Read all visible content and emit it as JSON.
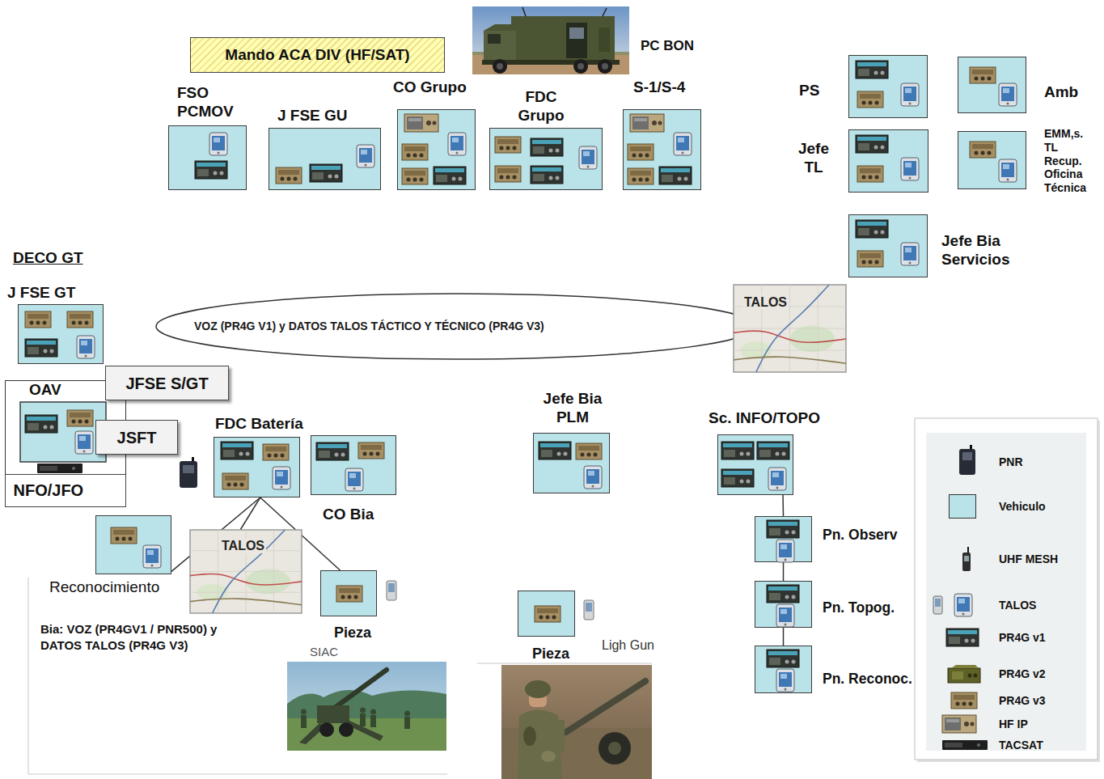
{
  "diagram": {
    "nodes": [
      {
        "text": [
          "Mando ACA DIV (HF/SAT)"
        ]
      },
      {
        "text": [
          "FSO PCMOV"
        ]
      },
      {
        "text": [
          "J FSE GU"
        ]
      },
      {
        "text": [
          "CO Grupo"
        ]
      },
      {
        "text": [
          "FDC Grupo"
        ]
      },
      {
        "text": [
          "S-1/S-4"
        ]
      },
      {
        "text": [
          "PS"
        ]
      },
      {
        "text": [
          "Amb"
        ]
      },
      {
        "text": [
          "Jefe TL"
        ]
      },
      {
        "text": [
          "EMM,s. TL Recup. Oficina Técnica"
        ]
      },
      {
        "text": [
          "Jefe Bia Servicios"
        ]
      },
      {
        "text": [
          "VOZ (PR4G V1) y DATOS TALOS TÁCTICO Y TÉCNICO (PR4G V3)"
        ]
      },
      {
        "text": [
          "TALOS"
        ]
      },
      {
        "text": [
          "J FSE GT"
        ]
      },
      {
        "text": [
          "OAV"
        ]
      },
      {
        "text": [
          "NFO/JFO"
        ],
        "in": 14
      },
      {
        "text": [
          "JFSE S/GT"
        ]
      },
      {
        "text": [
          "JSFT"
        ]
      },
      {
        "text": [
          "FDC Batería"
        ]
      },
      {
        "text": [
          "CO Bia"
        ]
      },
      {
        "text": [
          "Reconocimiento"
        ]
      },
      {
        "text": [
          "TALOS"
        ]
      },
      {
        "text": [
          "Pieza"
        ]
      },
      {
        "text": [
          "Jefe Bia PLM"
        ]
      },
      {
        "text": [
          "Pieza"
        ]
      },
      {
        "text": [
          "Sc. INFO/TOPO"
        ]
      },
      {
        "text": [
          "Pn. Observ"
        ]
      },
      {
        "text": [
          "Pn. Topog."
        ]
      },
      {
        "text": [
          "Pn. Reconoc."
        ]
      }
    ],
    "edges": [
      {
        "from": 18,
        "to": 20,
        "arrow": "none"
      },
      {
        "from": 18,
        "to": 21,
        "arrow": "none"
      },
      {
        "from": 18,
        "to": 22,
        "arrow": "none"
      },
      {
        "from": 25,
        "to": 26,
        "arrow": "none"
      },
      {
        "from": 26,
        "to": 27,
        "arrow": "none"
      },
      {
        "from": 27,
        "to": 28,
        "arrow": "none"
      }
    ],
    "labels": [
      "PC BON",
      "DECO GT",
      "Bia: VOZ (PR4GV1 / PNR500) y DATOS TALOS (PR4G V3)",
      "SIAC",
      "Ligh Gun"
    ],
    "legend": [
      {
        "text": "PNR"
      },
      {
        "text": "Vehiculo",
        "color": "#b9e3e9"
      },
      {
        "text": "UHF MESH"
      },
      {
        "text": "TALOS"
      },
      {
        "text": "PR4G v1"
      },
      {
        "text": "PR4G v2"
      },
      {
        "text": "PR4G v3"
      },
      {
        "text": "HF IP"
      },
      {
        "text": "TACSAT"
      }
    ]
  }
}
